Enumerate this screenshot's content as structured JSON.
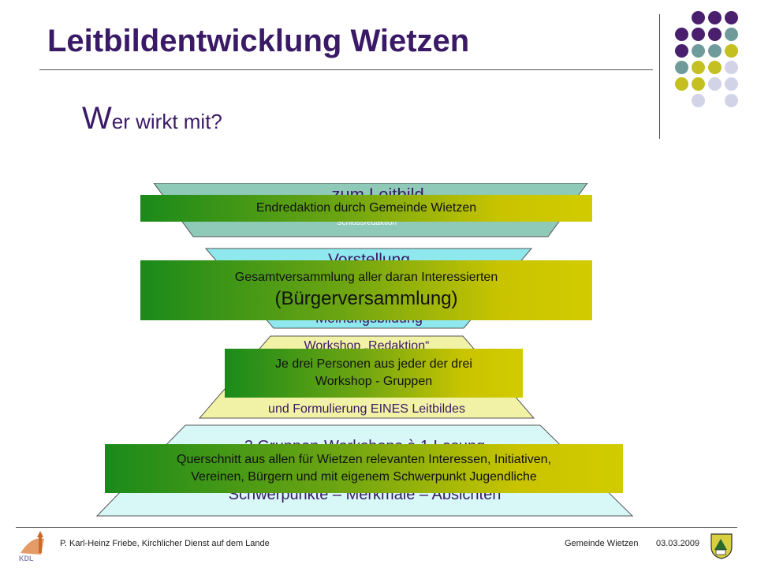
{
  "slide": {
    "title": "Leitbildentwicklung Wietzen",
    "subtitle_initial": "W",
    "subtitle_rest": "er wirkt mit?"
  },
  "dot_colors": {
    "purple": "#4a1f6e",
    "teal": "#6f9c9a",
    "olive": "#c4c021",
    "lavender": "#d3d3e8"
  },
  "levels": [
    {
      "shape_color": "#8fc9b8",
      "under_text": [
        "… zum Leitbild",
        "Schlussredaktion"
      ],
      "banner_lines": [
        "Endredaktion durch Gemeinde Wietzen"
      ]
    },
    {
      "shape_color": "#8fe8ee",
      "under_text": [
        "Vorstellung",
        "Meinungsbildung"
      ],
      "banner_lines": [
        "Gesamtversammlung aller daran Interessierten",
        "(Bürgerversammlung)"
      ]
    },
    {
      "shape_color": "#f2f2a6",
      "under_text": [
        "Workshop „Redaktion“",
        "und Formulierung EINES Leitbildes"
      ],
      "banner_lines": [
        "Je drei Personen aus jeder der drei",
        "Workshop - Gruppen"
      ]
    },
    {
      "shape_color": "#d8f8f8",
      "under_text": [
        "3 Gruppen-Workshops à 1 Lesung",
        "Schwerpunkte – Merkmale – Absichten"
      ],
      "banner_lines": [
        "Querschnitt aus allen für Wietzen relevanten Interessen, Initiativen,",
        "Vereinen, Bürgern und mit eigenem Schwerpunkt Jugendliche"
      ]
    }
  ],
  "footer": {
    "left_logo_text": "KDL",
    "left_text": "P. Karl-Heinz Friebe, Kirchlicher Dienst auf dem Lande",
    "right_text": "Gemeinde Wietzen",
    "date": "03.03.2009"
  }
}
